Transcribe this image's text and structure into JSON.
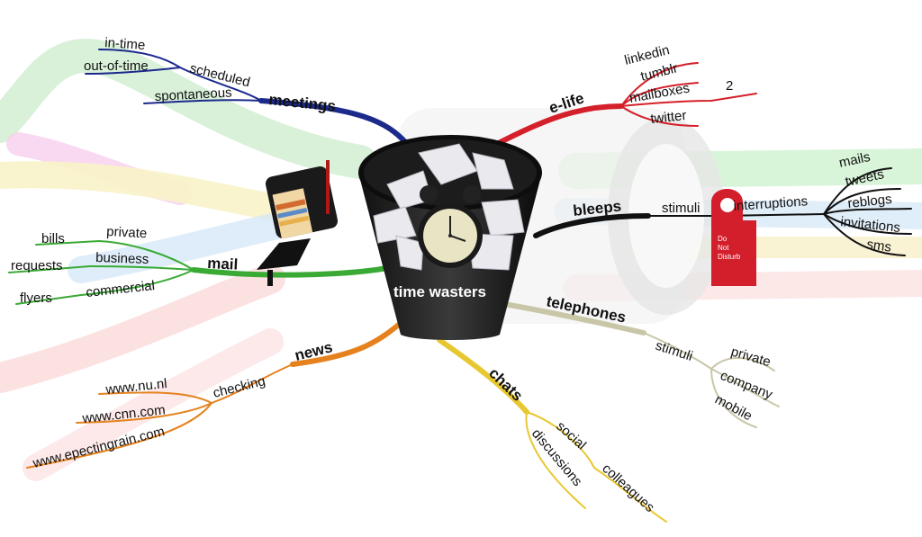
{
  "center": {
    "label": "time wasters"
  },
  "branches": {
    "meetings": {
      "label": "meetings",
      "color": "#1c2a8c",
      "scheduled": "scheduled",
      "in_time": "in-time",
      "out_of_time": "out-of-time",
      "spontaneous": "spontaneous"
    },
    "e_life": {
      "label": "e-life",
      "color": "#d4202a",
      "items": [
        "linkedin",
        "tumblr",
        "mailboxes",
        "twitter"
      ],
      "count": "2"
    },
    "bleeps": {
      "label": "bleeps",
      "color": "#111111",
      "stimuli": "stimuli",
      "interruptions": "interruptions",
      "items": [
        "mails",
        "tweets",
        "reblogs",
        "invitations",
        "sms"
      ]
    },
    "telephones": {
      "label": "telephones",
      "color": "#c9c6a8",
      "stimuli": "stimuli",
      "items": [
        "private",
        "company",
        "mobile"
      ]
    },
    "chats": {
      "label": "chats",
      "color": "#e8c830",
      "social": "social",
      "discussions": "discussions",
      "colleagues": "colleagues"
    },
    "news": {
      "label": "news",
      "color": "#e5821e",
      "checking": "checking",
      "items": [
        "www.nu.nl",
        "www.cnn.com",
        "www.epectingrain.com"
      ]
    },
    "mail": {
      "label": "mail",
      "color": "#3aaa35",
      "private": "private",
      "business": "business",
      "commercial": "commercial",
      "bills": "bills",
      "requests": "requests",
      "flyers": "flyers"
    }
  },
  "sign": {
    "lines": [
      "Do",
      "Not",
      "Disturb"
    ]
  },
  "icons": [
    "wastebasket-icon",
    "alarm-clock-icon",
    "mailbox-icon",
    "door-hanger-icon"
  ]
}
